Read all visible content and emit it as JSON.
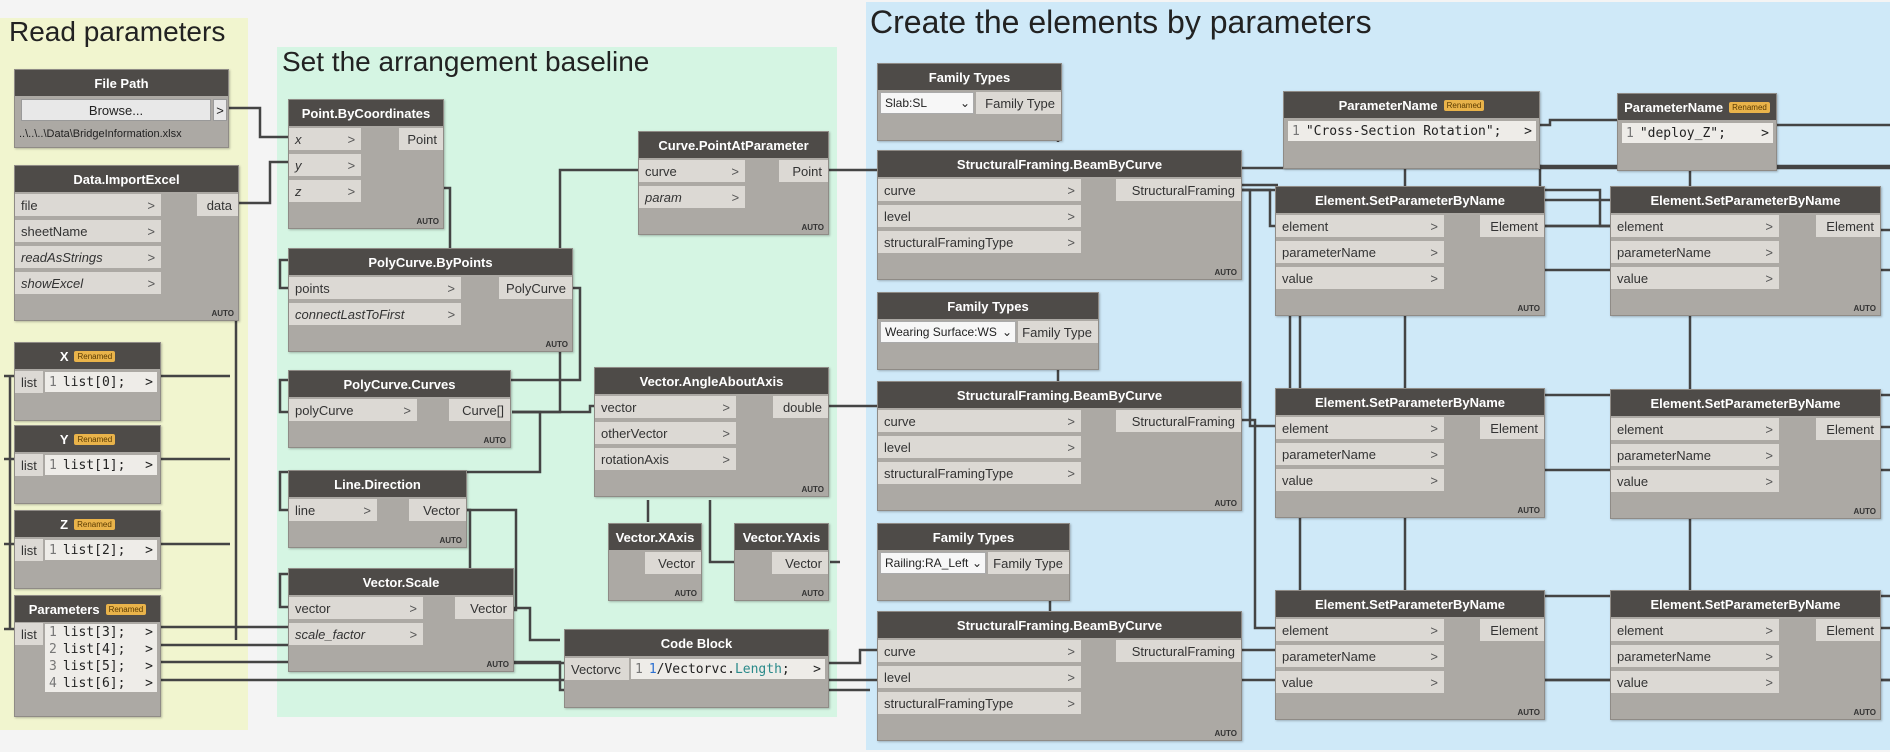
{
  "groups": {
    "read": "Read parameters",
    "baseline": "Set the arrangement  baseline",
    "create": "Create the elements by parameters"
  },
  "colors": {
    "read_group": "#f1f5cf",
    "baseline_group": "#d5f5e3",
    "create_group": "#cfe9f8",
    "node_header": "#4e4b48",
    "node_body": "#aca9a4",
    "port": "#dcd9d4",
    "renamed_badge": "#e9b34a",
    "wire": "#444444"
  },
  "nodes": {
    "file_path": {
      "title": "File Path",
      "browse": "Browse...",
      "path": "..\\..\\..\\Data\\BridgeInformation.xlsx"
    },
    "import_excel": {
      "title": "Data.ImportExcel",
      "in": [
        "file",
        "sheetName",
        "readAsStrings",
        "showExcel"
      ],
      "out": "data",
      "auto": "AUTO"
    },
    "x": {
      "title": "X",
      "renamed": "Renamed",
      "in": "list",
      "line": "1",
      "code": "list[0];"
    },
    "y": {
      "title": "Y",
      "renamed": "Renamed",
      "in": "list",
      "line": "1",
      "code": "list[1];"
    },
    "z": {
      "title": "Z",
      "renamed": "Renamed",
      "in": "list",
      "line": "1",
      "code": "list[2];"
    },
    "parameters": {
      "title": "Parameters",
      "renamed": "Renamed",
      "in": "list",
      "lines": [
        {
          "n": "1",
          "code": "list[3];"
        },
        {
          "n": "2",
          "code": "list[4];"
        },
        {
          "n": "3",
          "code": "list[5];"
        },
        {
          "n": "4",
          "code": "list[6];"
        }
      ]
    },
    "point_by_coords": {
      "title": "Point.ByCoordinates",
      "in": [
        "x",
        "y",
        "z"
      ],
      "out": "Point",
      "auto": "AUTO"
    },
    "polycurve_by_points": {
      "title": "PolyCurve.ByPoints",
      "in": [
        "points",
        "connectLastToFirst"
      ],
      "out": "PolyCurve",
      "auto": "AUTO"
    },
    "polycurve_curves": {
      "title": "PolyCurve.Curves",
      "in": [
        "polyCurve"
      ],
      "out": "Curve[]",
      "auto": "AUTO"
    },
    "line_direction": {
      "title": "Line.Direction",
      "in": [
        "line"
      ],
      "out": "Vector",
      "auto": "AUTO"
    },
    "vector_scale": {
      "title": "Vector.Scale",
      "in": [
        "vector",
        "scale_factor"
      ],
      "out": "Vector",
      "auto": "AUTO"
    },
    "curve_point_at_param": {
      "title": "Curve.PointAtParameter",
      "in": [
        "curve",
        "param"
      ],
      "out": "Point",
      "auto": "AUTO"
    },
    "vector_angle": {
      "title": "Vector.AngleAboutAxis",
      "in": [
        "vector",
        "otherVector",
        "rotationAxis"
      ],
      "out": "double",
      "auto": "AUTO"
    },
    "vector_xaxis": {
      "title": "Vector.XAxis",
      "out": "Vector",
      "auto": "AUTO"
    },
    "vector_yaxis": {
      "title": "Vector.YAxis",
      "out": "Vector",
      "auto": "AUTO"
    },
    "code_block": {
      "title": "Code Block",
      "in": "Vectorvc",
      "line": "1",
      "code_num": "1",
      "code_var": "/Vectorvc.",
      "code_kw": "Length",
      "code_end": ";"
    },
    "family_types_1": {
      "title": "Family Types",
      "value": "Slab:SL",
      "out": "Family Type"
    },
    "family_types_2": {
      "title": "Family Types",
      "value": "Wearing Surface:WS",
      "out": "Family Type"
    },
    "family_types_3": {
      "title": "Family Types",
      "value": "Railing:RA_Left",
      "out": "Family Type"
    },
    "beam_1": {
      "title": "StructuralFraming.BeamByCurve",
      "in": [
        "curve",
        "level",
        "structuralFramingType"
      ],
      "out": "StructuralFraming",
      "auto": "AUTO"
    },
    "beam_2": {
      "title": "StructuralFraming.BeamByCurve",
      "in": [
        "curve",
        "level",
        "structuralFramingType"
      ],
      "out": "StructuralFraming",
      "auto": "AUTO"
    },
    "beam_3": {
      "title": "StructuralFraming.BeamByCurve",
      "in": [
        "curve",
        "level",
        "structuralFramingType"
      ],
      "out": "StructuralFraming",
      "auto": "AUTO"
    },
    "param_name_1": {
      "title": "ParameterName",
      "renamed": "Renamed",
      "line": "1",
      "code": "\"Cross-Section Rotation\";"
    },
    "param_name_2": {
      "title": "ParameterName",
      "renamed": "Renamed",
      "line": "1",
      "code": "\"deploy_Z\";"
    },
    "set_param": {
      "title": "Element.SetParameterByName",
      "in": [
        "element",
        "parameterName",
        "value"
      ],
      "out": "Element",
      "auto": "AUTO"
    }
  }
}
